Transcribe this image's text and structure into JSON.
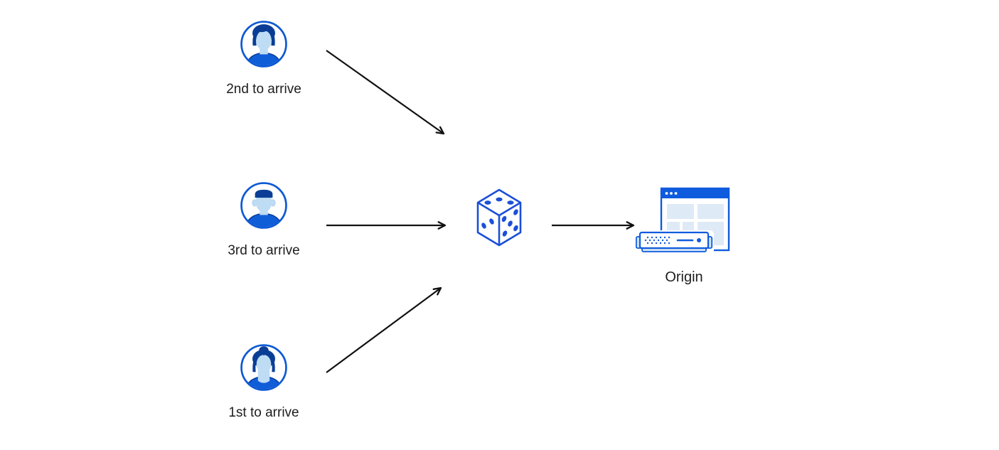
{
  "diagram": {
    "actors": [
      {
        "label": "2nd to arrive",
        "icon": "user-avatar-man-swept-hair-icon"
      },
      {
        "label": "3rd to arrive",
        "icon": "user-avatar-man-flat-top-icon"
      },
      {
        "label": "1st to arrive",
        "icon": "user-avatar-woman-bun-icon"
      }
    ],
    "random_selector": {
      "icon": "dice-icon"
    },
    "origin": {
      "label": "Origin",
      "icon": "origin-server-icon"
    },
    "arrows": [
      {
        "from": "actor-2nd-to-arrive",
        "to": "dice"
      },
      {
        "from": "actor-3rd-to-arrive",
        "to": "dice"
      },
      {
        "from": "actor-1st-to-arrive",
        "to": "dice"
      },
      {
        "from": "dice",
        "to": "origin"
      }
    ],
    "colors": {
      "background": "#ffffff",
      "brand_blue": "#0c59d4",
      "hair_navy": "#0a3e96",
      "shirt_blue": "#105dd8",
      "skin_blue": "#bedcf4",
      "window_blue": "#0f5bdd",
      "pale_blue": "#dfeaf7",
      "server_base_blue": "#cfe3f6",
      "dice_blue": "#1b4fd8",
      "arrow_black": "#111111",
      "text": "#1d1d1f"
    }
  }
}
